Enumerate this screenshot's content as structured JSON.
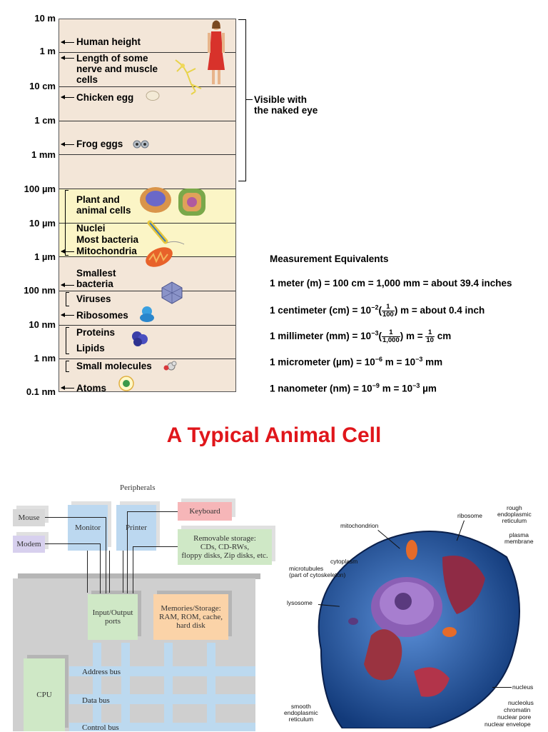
{
  "scale": {
    "ticks": [
      "10 m",
      "1 m",
      "10 cm",
      "1 cm",
      "1 mm",
      "100 µm",
      "10 µm",
      "1 µm",
      "100 nm",
      "10 nm",
      "1 nm",
      "0.1 nm"
    ],
    "items": {
      "human_height": "Human height",
      "nerve": "Length of some\nnerve and muscle\ncells",
      "chicken_egg": "Chicken egg",
      "frog_eggs": "Frog eggs",
      "plant_animal": "Plant and\nanimal cells",
      "nuclei": "Nuclei",
      "most_bacteria": "Most bacteria",
      "mitochondria": "Mitochondria",
      "smallest_bacteria": "Smallest\nbacteria",
      "viruses": "Viruses",
      "ribosomes": "Ribosomes",
      "proteins": "Proteins",
      "lipids": "Lipids",
      "small_molecules": "Small molecules",
      "atoms": "Atoms"
    },
    "visible_label": "Visible with\nthe naked eye"
  },
  "measurement": {
    "title": "Measurement Equivalents",
    "meter": "1 meter (m) = 100 cm = 1,000 mm = about 39.4 inches",
    "cm_prefix": "1 centimeter (cm) = 10",
    "cm_exp": "−2",
    "cm_frac_num": "1",
    "cm_frac_den": "100",
    "cm_suffix": " m = about 0.4 inch",
    "mm_prefix": "1 millimeter (mm) = 10",
    "mm_exp": "−3",
    "mm_frac_num": "1",
    "mm_frac_den": "1,000",
    "mm_mid": " m = ",
    "mm_frac2_num": "1",
    "mm_frac2_den": "10",
    "mm_suffix": " cm",
    "um_prefix": "1 micrometer (µm) = 10",
    "um_exp": "−6",
    "um_mid": " m = 10",
    "um_exp2": "−3",
    "um_suffix": " mm",
    "nm_prefix": "1 nanometer (nm) = 10",
    "nm_exp": "−9",
    "nm_mid": " m = 10",
    "nm_exp2": "−3",
    "nm_suffix": " µm"
  },
  "section_title": "A Typical Animal Cell",
  "computer": {
    "peripherals": "Peripherals",
    "mouse": "Mouse",
    "modem": "Modem",
    "monitor": "Monitor",
    "printer": "Printer",
    "keyboard": "Keyboard",
    "removable": "Removable storage:\nCDs, CD-RWs,\nfloppy disks, Zip disks, etc.",
    "io_ports": "Input/Output\nports",
    "memories": "Memories/Storage:\nRAM, ROM, cache,\nhard disk",
    "cpu": "CPU",
    "address_bus": "Address bus",
    "data_bus": "Data bus",
    "control_bus": "Control bus",
    "colors": {
      "grey": "#d8d8d8",
      "blue": "#bcd8f0",
      "pink": "#f6b6b8",
      "green": "#cfe8c6",
      "orange": "#fbd3a8",
      "lavender": "#d7d0ee"
    }
  },
  "cell": {
    "labels": {
      "ribosome": "ribosome",
      "rough_er": "rough\nendoplasmic\nreticulum",
      "plasma_membrane": "plasma\nmembrane",
      "mitochondrion": "mitochondrion",
      "cytoplasm": "cytoplasm",
      "microtubules": "microtubules\n(part of cytoskeleton)",
      "lysosome": "lysosome",
      "nucleus": "nucleus",
      "nucleolus": "nucleolus",
      "chromatin": "chromatin",
      "nuclear_pore": "nuclear pore",
      "nuclear_envelope": "nuclear envelope",
      "smooth_er": "smooth\nendoplasmic\nreticulum"
    }
  }
}
